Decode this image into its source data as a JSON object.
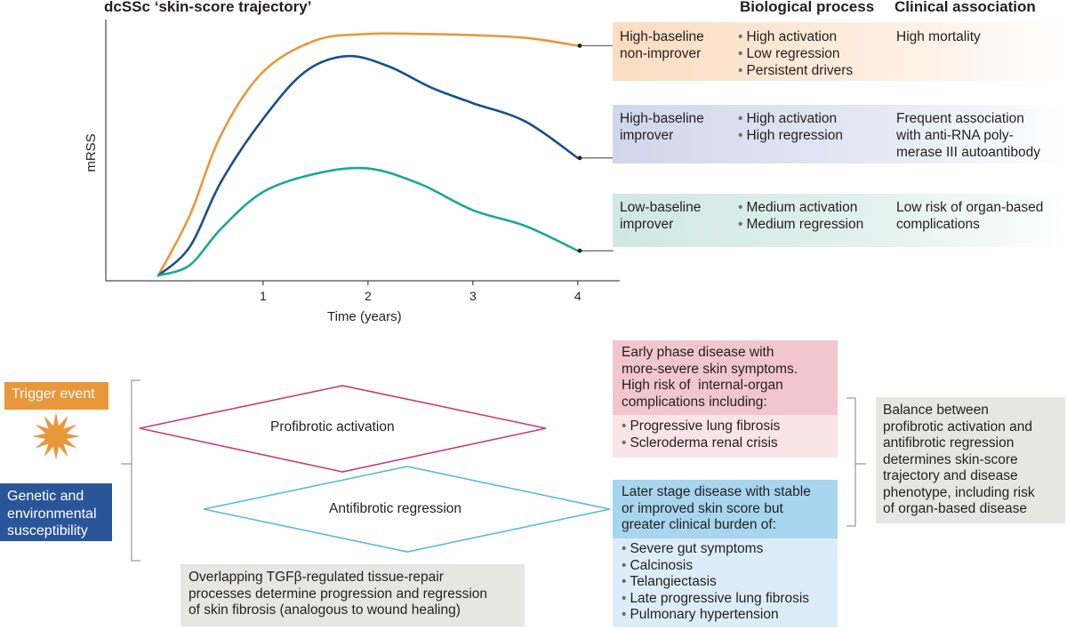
{
  "title": "dcSSc ‘skin-score trajectory’",
  "headers": {
    "biological": "Biological process",
    "clinical": "Clinical association"
  },
  "chart_data": {
    "type": "line",
    "xlabel": "Time (years)",
    "ylabel": "mRSS",
    "x_ticks": [
      1,
      2,
      3,
      4
    ],
    "xlim": [
      -0.5,
      4.4
    ],
    "ylim": [
      0,
      10
    ],
    "series": [
      {
        "name": "High-baseline non-improver",
        "color": "#e8973a",
        "points": [
          [
            0,
            0.2
          ],
          [
            0.3,
            2.5
          ],
          [
            0.6,
            5.6
          ],
          [
            1.0,
            8.0
          ],
          [
            1.5,
            9.2
          ],
          [
            2.0,
            9.45
          ],
          [
            2.5,
            9.45
          ],
          [
            3.0,
            9.4
          ],
          [
            3.5,
            9.3
          ],
          [
            4.0,
            9.0
          ]
        ]
      },
      {
        "name": "High-baseline improver",
        "color": "#1b4f8a",
        "points": [
          [
            0,
            0.2
          ],
          [
            0.3,
            1.3
          ],
          [
            0.6,
            3.8
          ],
          [
            1.0,
            6.2
          ],
          [
            1.4,
            8.0
          ],
          [
            1.8,
            8.6
          ],
          [
            2.2,
            8.2
          ],
          [
            2.6,
            7.4
          ],
          [
            3.0,
            6.8
          ],
          [
            3.5,
            6.1
          ],
          [
            4.0,
            4.7
          ]
        ]
      },
      {
        "name": "Low-baseline improver",
        "color": "#1aa897",
        "points": [
          [
            0,
            0.2
          ],
          [
            0.3,
            0.6
          ],
          [
            0.6,
            2.0
          ],
          [
            1.0,
            3.4
          ],
          [
            1.5,
            4.1
          ],
          [
            2.0,
            4.3
          ],
          [
            2.5,
            3.7
          ],
          [
            3.0,
            2.7
          ],
          [
            3.5,
            2.1
          ],
          [
            4.0,
            1.15
          ]
        ]
      }
    ]
  },
  "trajectories": [
    {
      "label": [
        "High-baseline",
        "non-improver"
      ],
      "processes": [
        "High activation",
        "Low regression",
        "Persistent drivers"
      ],
      "clinical": [
        "High mortality"
      ],
      "color": "#fce3cc"
    },
    {
      "label": [
        "High-baseline",
        "improver"
      ],
      "processes": [
        "High activation",
        "High regression"
      ],
      "clinical": [
        "Frequent association",
        "with anti-RNA poly-",
        "merase III autoantibody"
      ],
      "color": "#d8dced"
    },
    {
      "label": [
        "Low-baseline",
        "improver"
      ],
      "processes": [
        "Medium activation",
        "Medium regression"
      ],
      "clinical": [
        "Low risk of organ-based",
        "complications"
      ],
      "color": "#d5ebe5"
    }
  ],
  "trigger": {
    "label": "Trigger event",
    "color": "#e8973a"
  },
  "susceptibility": {
    "lines": [
      "Genetic and",
      "environmental",
      "susceptibility"
    ],
    "color": "#2a5599"
  },
  "profibrotic": {
    "label": "Profibrotic activation",
    "color": "#c43d7d"
  },
  "antifibrotic": {
    "label": "Antifibrotic regression",
    "color": "#5bbad5"
  },
  "overlap_note": [
    "Overlapping TGFβ-regulated tissue-repair",
    "processes determine progression and regression",
    "of skin fibrosis (analogous to wound healing)"
  ],
  "early_phase": {
    "head": [
      "Early phase disease with",
      "more-severe skin symptoms.",
      "High risk of  internal-organ",
      "complications including:"
    ],
    "items": [
      "Progressive lung fibrosis",
      "Scleroderma renal crisis"
    ]
  },
  "later_stage": {
    "head": [
      "Later stage disease with stable",
      "or improved skin score but",
      "greater clinical burden of:"
    ],
    "items": [
      "Severe gut symptoms",
      "Calcinosis",
      "Telangiectasis",
      "Late progressive lung fibrosis",
      "Pulmonary hypertension"
    ]
  },
  "balance": [
    "Balance between",
    "profibrotic activation and",
    "antifibrotic regression",
    "determines skin-score",
    "trajectory and disease",
    "phenotype, including risk",
    "of organ-based disease"
  ]
}
